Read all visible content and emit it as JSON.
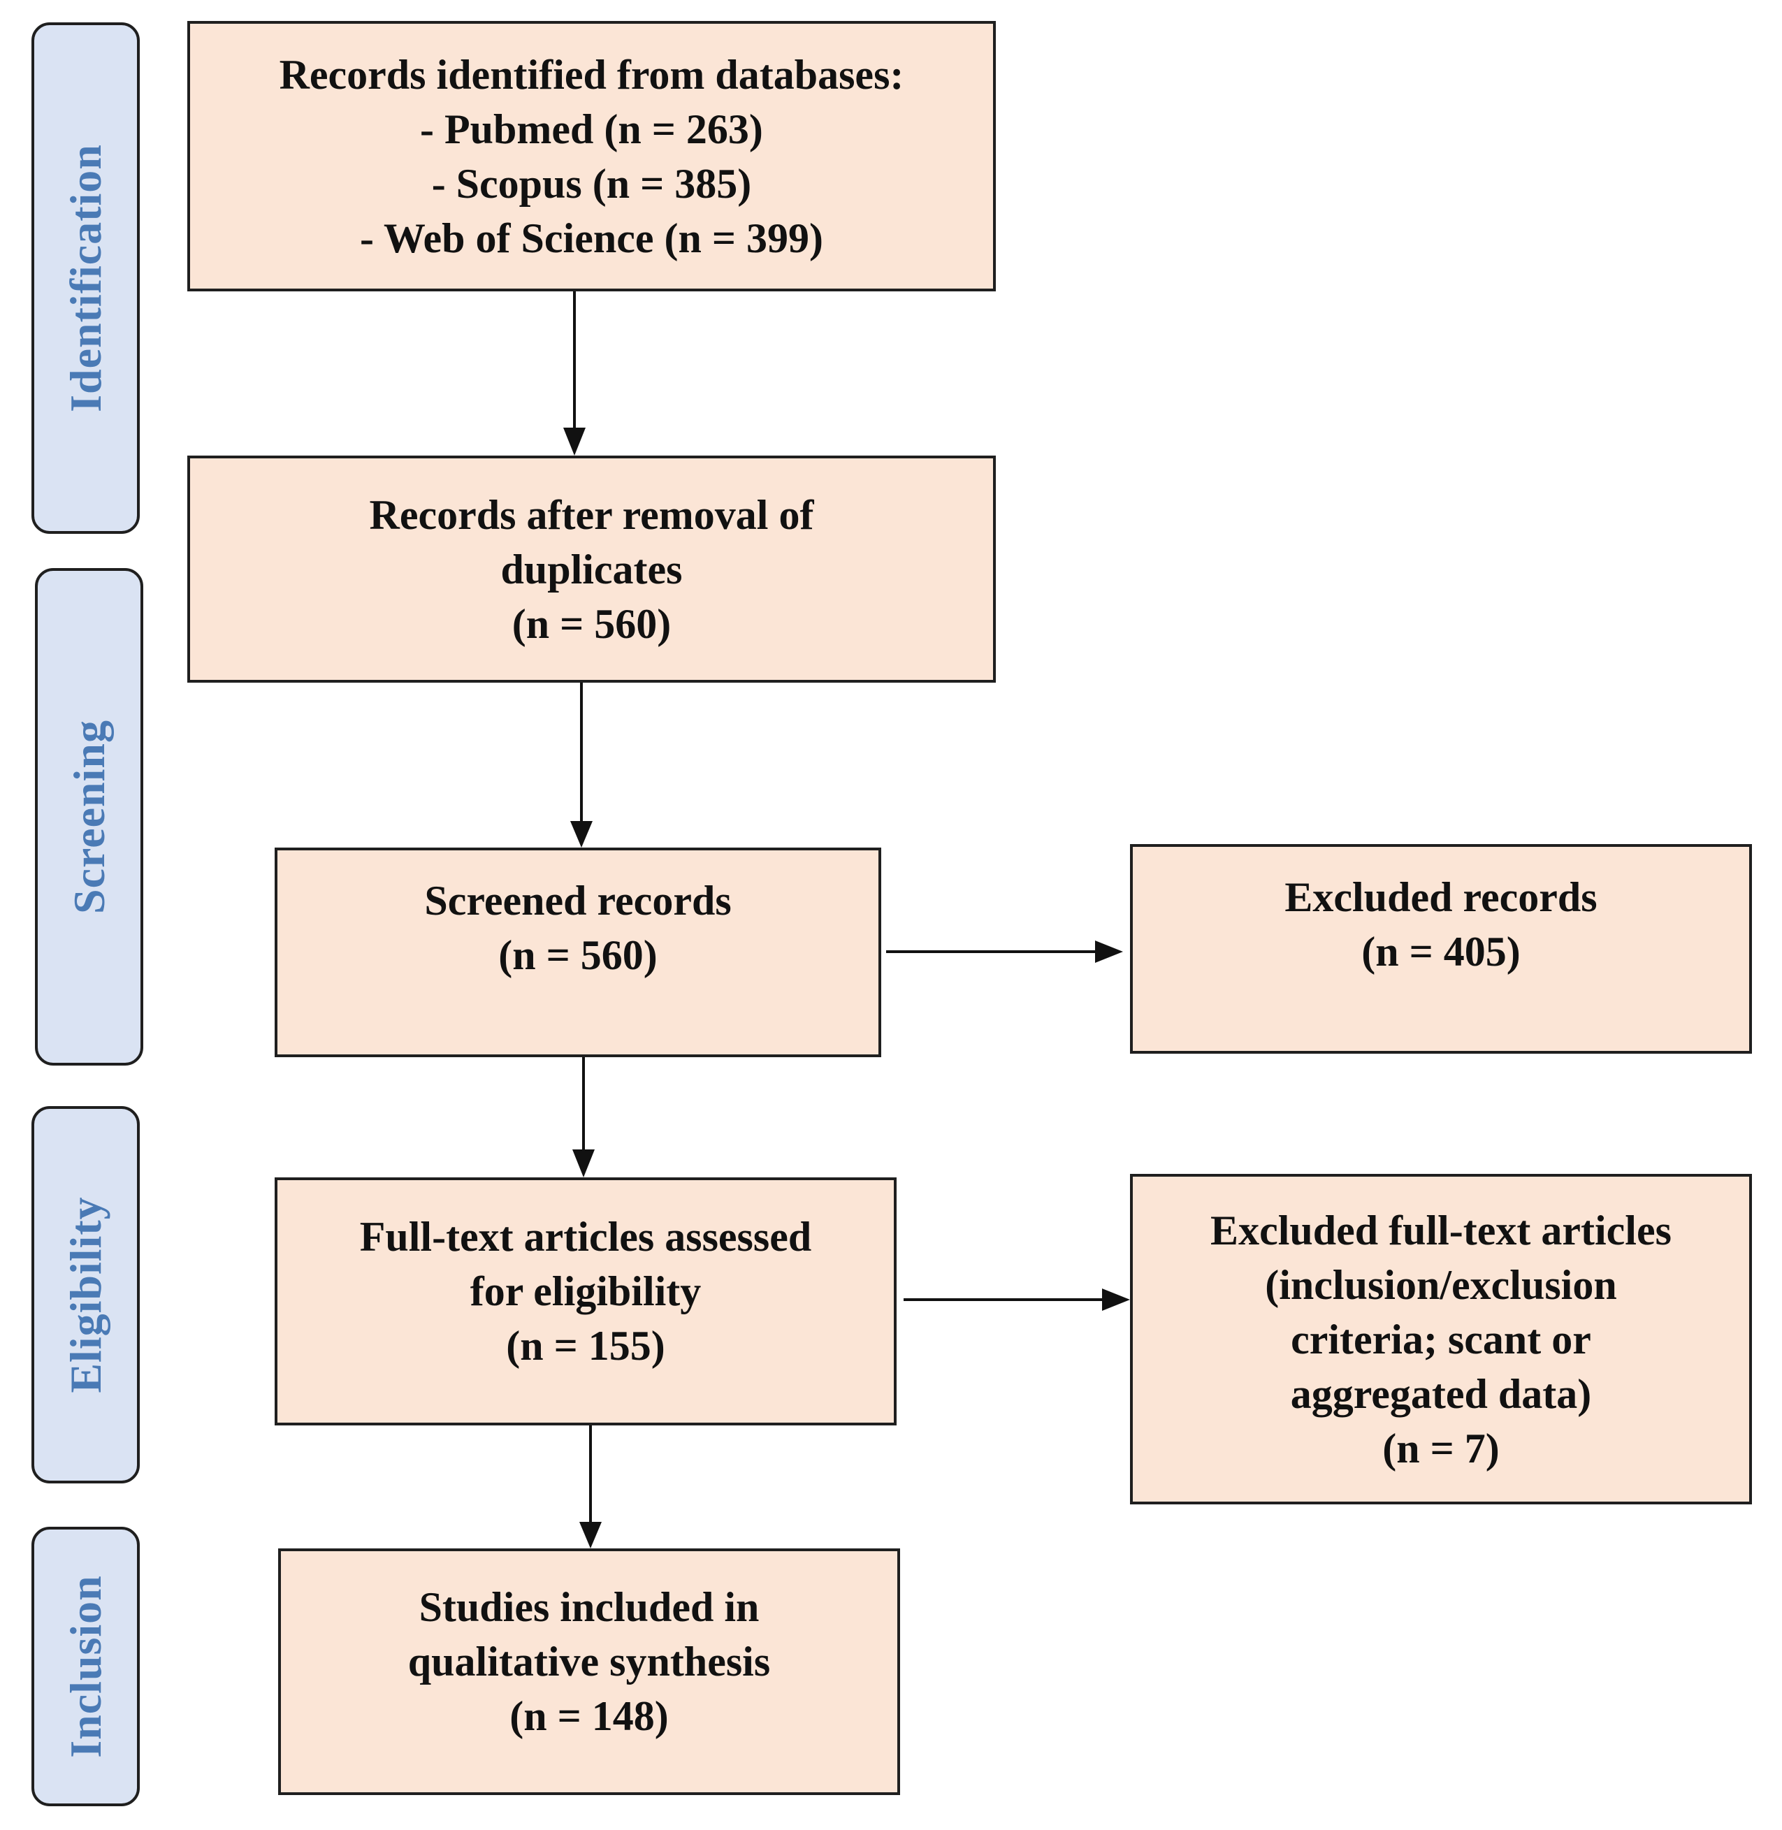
{
  "stages": {
    "identification": "Identification",
    "screening": "Screening",
    "eligibility": "Eligibility",
    "inclusion": "Inclusion"
  },
  "boxes": {
    "identified": {
      "lines": [
        "Records identified from databases:",
        "- Pubmed (n = 263)",
        "- Scopus (n = 385)",
        "- Web of Science (n = 399)"
      ]
    },
    "after_duplicates": {
      "lines": [
        "Records after removal of",
        "duplicates",
        "(n = 560)"
      ]
    },
    "screened": {
      "lines": [
        "Screened records",
        "(n = 560)"
      ]
    },
    "excluded_records": {
      "lines": [
        "Excluded records",
        "(n = 405)"
      ]
    },
    "full_text": {
      "lines": [
        "Full-text articles assessed",
        "for eligibility",
        "(n = 155)"
      ]
    },
    "excluded_full_text": {
      "lines": [
        "Excluded full-text articles",
        "(inclusion/exclusion",
        "criteria; scant or",
        "aggregated data)",
        "(n = 7)"
      ]
    },
    "included": {
      "lines": [
        "Studies included in",
        "qualitative synthesis",
        "(n = 148)"
      ]
    }
  },
  "colors": {
    "box_fill": "#fbe5d6",
    "pill_fill": "#dae3f3",
    "pill_text": "#4a7ab5",
    "stroke": "#1f1f1f"
  }
}
